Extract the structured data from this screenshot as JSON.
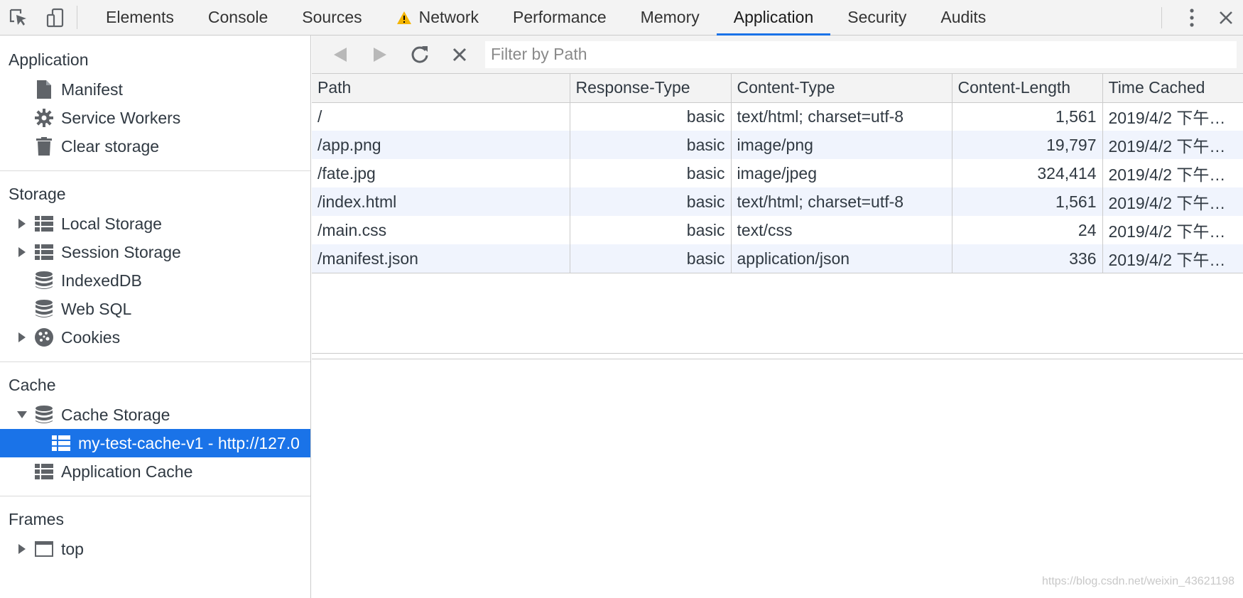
{
  "toolbar": {
    "tabs": [
      {
        "label": "Elements"
      },
      {
        "label": "Console"
      },
      {
        "label": "Sources"
      },
      {
        "label": "Network"
      },
      {
        "label": "Performance"
      },
      {
        "label": "Memory"
      },
      {
        "label": "Application"
      },
      {
        "label": "Security"
      },
      {
        "label": "Audits"
      }
    ],
    "active_tab": "Application",
    "warning_color": "#f4b400",
    "accent_color": "#1a73e8"
  },
  "sidebar": {
    "application": {
      "title": "Application",
      "items": [
        {
          "label": "Manifest",
          "icon": "file-icon"
        },
        {
          "label": "Service Workers",
          "icon": "gear-icon"
        },
        {
          "label": "Clear storage",
          "icon": "trash-icon"
        }
      ]
    },
    "storage": {
      "title": "Storage",
      "items": [
        {
          "label": "Local Storage",
          "icon": "grid-icon"
        },
        {
          "label": "Session Storage",
          "icon": "grid-icon"
        },
        {
          "label": "IndexedDB",
          "icon": "database-icon"
        },
        {
          "label": "Web SQL",
          "icon": "database-icon"
        },
        {
          "label": "Cookies",
          "icon": "cookie-icon"
        }
      ]
    },
    "cache": {
      "title": "Cache",
      "items": [
        {
          "label": "Cache Storage",
          "icon": "database-icon"
        },
        {
          "label": "my-test-cache-v1 - http://127.0",
          "icon": "grid-icon",
          "selected": true
        },
        {
          "label": "Application Cache",
          "icon": "grid-icon"
        }
      ]
    },
    "frames": {
      "title": "Frames",
      "items": [
        {
          "label": "top",
          "icon": "frame-icon"
        }
      ]
    }
  },
  "main": {
    "filter_placeholder": "Filter by Path",
    "columns": [
      "Path",
      "Response-Type",
      "Content-Type",
      "Content-Length",
      "Time Cached"
    ],
    "rows": [
      {
        "path": "/",
        "response_type": "basic",
        "content_type": "text/html; charset=utf-8",
        "content_length": "1,561",
        "time_cached": "2019/4/2 下午…"
      },
      {
        "path": "/app.png",
        "response_type": "basic",
        "content_type": "image/png",
        "content_length": "19,797",
        "time_cached": "2019/4/2 下午…"
      },
      {
        "path": "/fate.jpg",
        "response_type": "basic",
        "content_type": "image/jpeg",
        "content_length": "324,414",
        "time_cached": "2019/4/2 下午…"
      },
      {
        "path": "/index.html",
        "response_type": "basic",
        "content_type": "text/html; charset=utf-8",
        "content_length": "1,561",
        "time_cached": "2019/4/2 下午…"
      },
      {
        "path": "/main.css",
        "response_type": "basic",
        "content_type": "text/css",
        "content_length": "24",
        "time_cached": "2019/4/2 下午…"
      },
      {
        "path": "/manifest.json",
        "response_type": "basic",
        "content_type": "application/json",
        "content_length": "336",
        "time_cached": "2019/4/2 下午…"
      }
    ],
    "watermark": "https://blog.csdn.net/weixin_43621198"
  }
}
